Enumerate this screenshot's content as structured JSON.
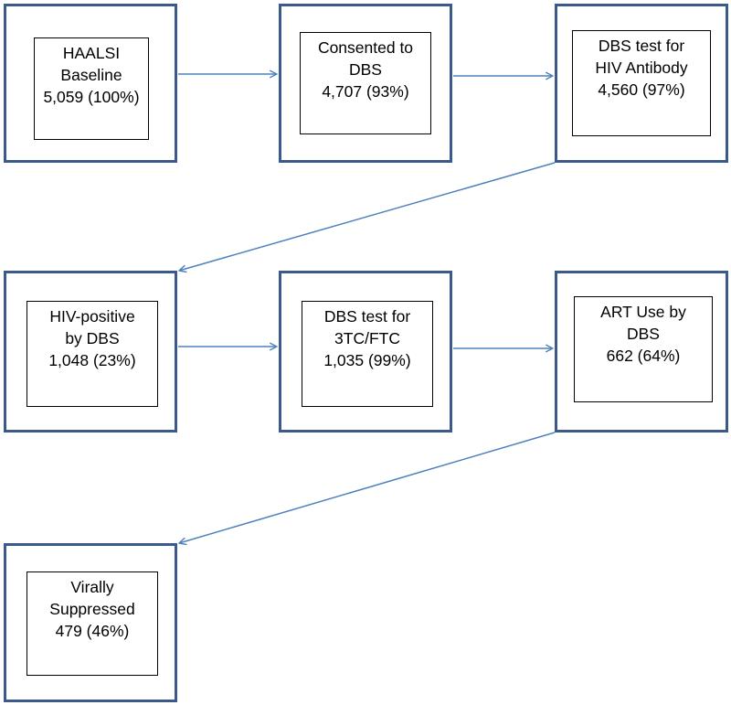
{
  "colors": {
    "outer_border": "#3a5a8c",
    "inner_border": "#000000",
    "arrow": "#4f81bd",
    "text": "#000000"
  },
  "nodes": [
    {
      "id": "haalsi-baseline",
      "lines": [
        "HAALSI",
        "Baseline",
        "5,059 (100%)"
      ]
    },
    {
      "id": "consented-to-dbs",
      "lines": [
        "Consented to",
        "DBS",
        "4,707 (93%)"
      ]
    },
    {
      "id": "dbs-test-hiv-antibody",
      "lines": [
        "DBS test for",
        "HIV Antibody",
        "4,560 (97%)"
      ]
    },
    {
      "id": "hiv-positive-by-dbs",
      "lines": [
        "HIV-positive",
        "by DBS",
        "1,048 (23%)"
      ]
    },
    {
      "id": "dbs-test-3tc-ftc",
      "lines": [
        "DBS test for",
        "3TC/FTC",
        "1,035 (99%)"
      ]
    },
    {
      "id": "art-use-by-dbs",
      "lines": [
        "ART Use by",
        "DBS",
        "662 (64%)"
      ]
    },
    {
      "id": "virally-suppressed",
      "lines": [
        "Virally",
        "Suppressed",
        "479 (46%)"
      ]
    }
  ]
}
